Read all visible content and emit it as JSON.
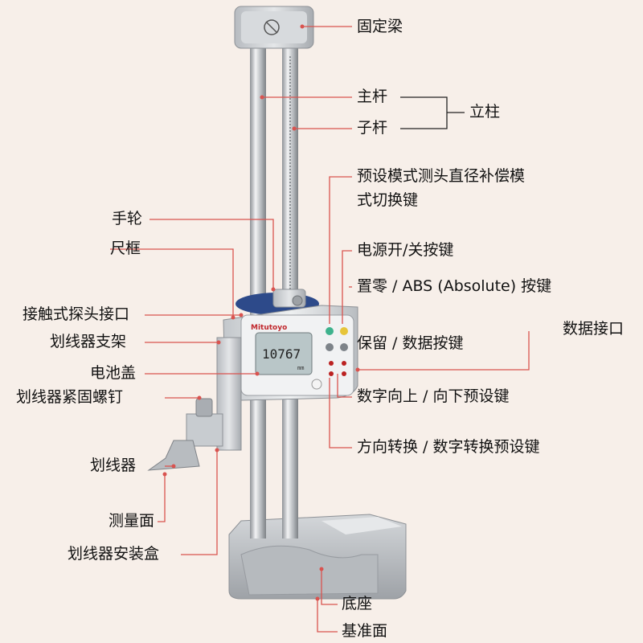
{
  "brand": "Mitutoyo",
  "display_value": "10767",
  "display_unit": "mm",
  "labels": {
    "fixed_beam": "固定梁",
    "main_bar": "主杆",
    "sub_bar": "子杆",
    "column": "立柱",
    "preset_mode_key": "预设模式测头直径补偿模",
    "preset_mode_key_2": "式切换键",
    "handwheel": "手轮",
    "slider": "尺框",
    "power_key": "电源开/关按键",
    "zero_abs_key": "置零 / ABS (Absolute) 按键",
    "probe_port": "接触式探头接口",
    "scriber_holder": "划线器支架",
    "hold_data_key": "保留 / 数据按键",
    "data_port": "数据接口",
    "battery_cover": "电池盖",
    "scriber_screw": "划线器紧固螺钉",
    "num_up_down_key": "数字向上 / 向下预设键",
    "direction_key": "方向转换 / 数字转换预设键",
    "scriber": "划线器",
    "measuring_face": "测量面",
    "scriber_box": "划线器安装盒",
    "base": "底座",
    "reference_face": "基准面"
  },
  "colors": {
    "background": "#f7efe9",
    "leader": "#d9534f",
    "bracket": "#222222",
    "metal": "#c9ccd0",
    "lcd": "#b9c6c8"
  }
}
